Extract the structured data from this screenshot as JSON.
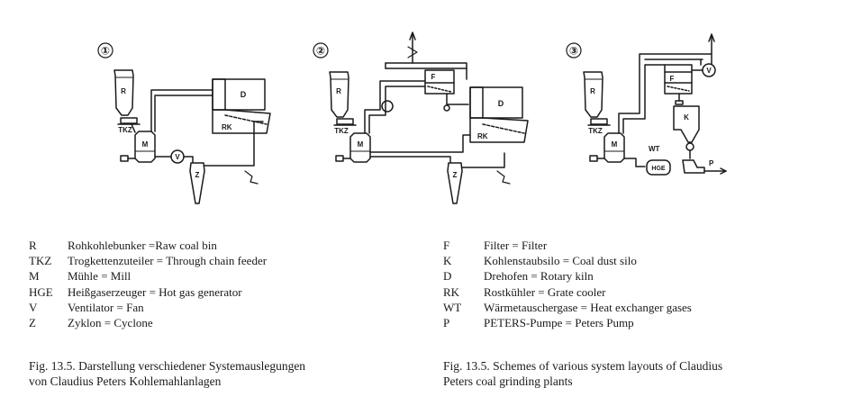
{
  "diagram": {
    "schemes": [
      {
        "number": "①",
        "labels": {
          "bin": "R",
          "feeder": "TKZ",
          "mill": "M",
          "fan": "V",
          "cyclone": "Z",
          "kiln": "D",
          "cooler": "RK"
        }
      },
      {
        "number": "②",
        "labels": {
          "bin": "R",
          "feeder": "TKZ",
          "mill": "M",
          "filter": "F",
          "cyclone": "Z",
          "kiln": "D",
          "cooler": "RK"
        }
      },
      {
        "number": "③",
        "labels": {
          "bin": "R",
          "feeder": "TKZ",
          "mill": "M",
          "filter": "F",
          "fan": "V",
          "silo": "K",
          "heat_exchanger": "WT",
          "hot_gas_generator": "HGE",
          "pump": "P"
        }
      }
    ]
  },
  "legend_left": [
    {
      "abbr": "R",
      "text": "Rohkohlebunker =Raw coal bin"
    },
    {
      "abbr": "TKZ",
      "text": "Trogkettenzuteiler = Through chain feeder"
    },
    {
      "abbr": "M",
      "text": "Mühle = Mill"
    },
    {
      "abbr": "HGE",
      "text": "Heißgaserzeuger = Hot gas generator"
    },
    {
      "abbr": "V",
      "text": "Ventilator = Fan"
    },
    {
      "abbr": "Z",
      "text": "Zyklon = Cyclone"
    }
  ],
  "legend_right": [
    {
      "abbr": "F",
      "text": "Filter = Filter"
    },
    {
      "abbr": "K",
      "text": "Kohlenstaubsilo = Coal dust silo"
    },
    {
      "abbr": "D",
      "text": "Drehofen = Rotary kiln"
    },
    {
      "abbr": "RK",
      "text": "Rostkühler = Grate cooler"
    },
    {
      "abbr": "WT",
      "text": "Wärmetauschergase = Heat exchanger gases"
    },
    {
      "abbr": "P",
      "text": "PETERS-Pumpe = Peters Pump"
    }
  ],
  "caption_german": {
    "line1": "Fig. 13.5. Darstellung verschiedener Systemauslegungen",
    "line2": "von Claudius Peters Kohlemahlanlagen"
  },
  "caption_english": {
    "line1": "Fig. 13.5. Schemes of various system layouts of Claudius",
    "line2": "Peters coal grinding plants"
  }
}
